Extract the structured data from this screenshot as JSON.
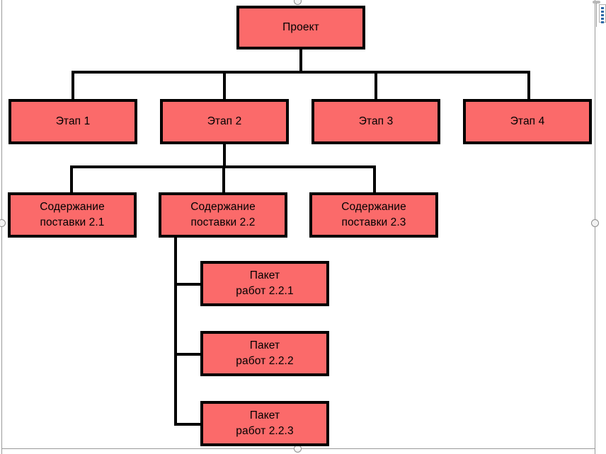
{
  "document": {
    "type": "wbs-diagram",
    "title_node": "Проект",
    "background_color": "#ffffff",
    "node_fill_color": "#fb6a6a",
    "node_border_color": "#000000",
    "connector_color": "#000000",
    "selection_color": "#9a9a9a"
  },
  "diagram": {
    "root": {
      "label": "Проект"
    },
    "level1": [
      {
        "label": "Этап 1"
      },
      {
        "label": "Этап 2"
      },
      {
        "label": "Этап 3"
      },
      {
        "label": "Этап 4"
      }
    ],
    "level2": [
      {
        "label": "Содержание\nпоставки 2.1"
      },
      {
        "label": "Содержание\nпоставки 2.2"
      },
      {
        "label": "Содержание\nпоставки 2.3"
      }
    ],
    "level3": [
      {
        "label": "Пакет\nработ 2.2.1"
      },
      {
        "label": "Пакет\nработ 2.2.2"
      },
      {
        "label": "Пакет\nработ 2.2.3"
      }
    ]
  },
  "selection": {
    "handles": [
      {
        "name": "handle-top"
      },
      {
        "name": "handle-left"
      },
      {
        "name": "handle-right"
      },
      {
        "name": "handle-bottom"
      }
    ]
  },
  "mini_widget": {
    "name": "floating-list-widget",
    "dot_count": 5
  }
}
